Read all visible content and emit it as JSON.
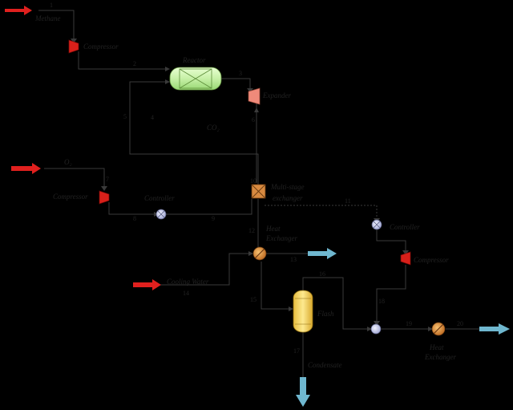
{
  "labels": {
    "methane": "Methane",
    "compressor_1": "Compressor",
    "reactor": "Reactor",
    "expander": "Expander",
    "co2": "CO₂",
    "o2": "O₂",
    "compressor_2": "Compressor",
    "controller_1": "Controller",
    "multistage_line1": "Multi-stage",
    "multistage_line2": "exchanger",
    "heat_exchanger_1_line1": "Heat",
    "heat_exchanger_1_line2": "Exchanger",
    "controller_2": "Controller",
    "compressor_3": "Compressor",
    "cooling_water": "Cooling Water",
    "flash": "Flash",
    "condensate": "Condensate",
    "heat_exchanger_2_line1": "Heat",
    "heat_exchanger_2_line2": "Exchanger"
  },
  "streams": {
    "s1": "1",
    "s2": "2",
    "s3": "3",
    "s4": "4",
    "s5": "5",
    "s6": "6",
    "s7": "7",
    "s8": "8",
    "s9": "9",
    "s10": "10",
    "s11": "11",
    "s12": "12",
    "s13": "13",
    "s14": "14",
    "s15": "15",
    "s16": "16",
    "s17": "17",
    "s18": "18",
    "s19": "19",
    "s20": "20"
  },
  "colors": {
    "background": "#000000",
    "feed_arrow": "#e0201e",
    "product_arrow": "#6fb7cf",
    "compressor": "#d8201a",
    "expander": "#ef8a7a",
    "reactor": "#c6f0a6",
    "heat_exchanger": "#e08a2e",
    "multistage": "#d88a40",
    "controller": "#b8bde0",
    "flash_drum": "#f2d36a"
  }
}
